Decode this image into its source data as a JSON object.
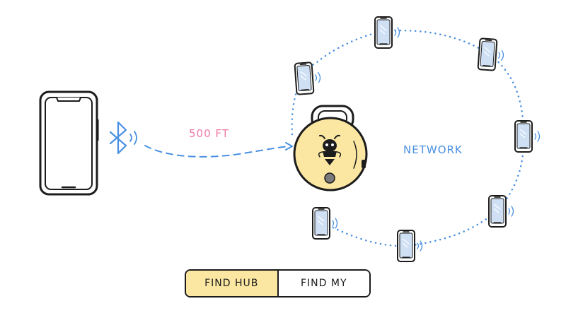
{
  "diagram": {
    "distance_label": "500 FT",
    "network_label": "NETWORK",
    "colors": {
      "ink": "#1c1c1c",
      "bluetooth_blue": "#4a90e2",
      "distance_pink": "#f07aa6",
      "network_blue": "#4a8fe0",
      "tracker_yellow": "#fbe7a1",
      "screen_blue": "#cfe0f5",
      "active_tab": "#fbe7a1"
    },
    "icons": [
      "phone-icon",
      "bluetooth-icon",
      "signal-waves-icon",
      "tracker-icon",
      "bee-logo-icon"
    ]
  },
  "toggle": {
    "tabs": [
      {
        "label": "FIND HUB",
        "active": true
      },
      {
        "label": "FIND MY",
        "active": false
      }
    ]
  }
}
